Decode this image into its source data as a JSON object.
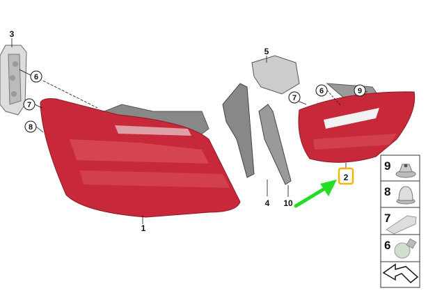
{
  "labels": {
    "p1": "1",
    "p2": "2",
    "p3": "3",
    "p4": "4",
    "p5": "5",
    "p6a": "6",
    "p6b": "6",
    "p7a": "7",
    "p7b": "7",
    "p8": "8",
    "p9": "9",
    "p10": "10"
  },
  "legend": [
    {
      "num": "9",
      "icon": "nut-icon"
    },
    {
      "num": "8",
      "icon": "cap-nut-icon"
    },
    {
      "num": "7",
      "icon": "wedge-bulb-icon"
    },
    {
      "num": "6",
      "icon": "bulb-icon"
    },
    {
      "num": "",
      "icon": "arrow-icon"
    }
  ],
  "colors": {
    "lamp_red": "#c8293a",
    "highlight": "#f5b400",
    "arrow": "#22dd22"
  },
  "highlighted_part": "2"
}
